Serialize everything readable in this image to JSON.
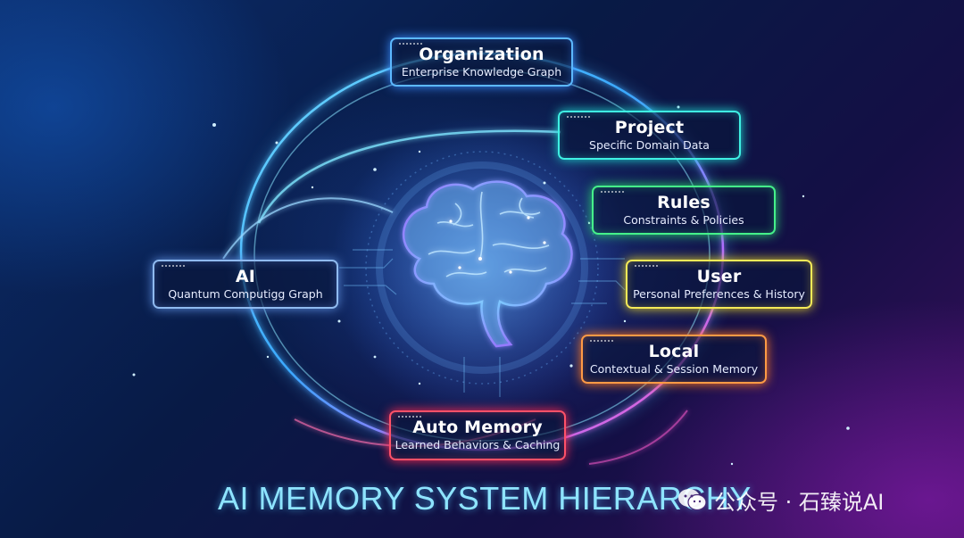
{
  "nodes": {
    "organization": {
      "label": "Organization",
      "sub": "Enterprise Knowledge Graph"
    },
    "project": {
      "label": "Project",
      "sub": "Specific Domain Data"
    },
    "rules": {
      "label": "Rules",
      "sub": "Constraints & Policies"
    },
    "user": {
      "label": "User",
      "sub": "Personal Preferences & History"
    },
    "local": {
      "label": "Local",
      "sub": "Contextual & Session Memory"
    },
    "auto_memory": {
      "label": "Auto Memory",
      "sub": "Learned Behaviors & Caching"
    },
    "ai": {
      "label": "AI",
      "sub": "Quantum Computigg Graph"
    }
  },
  "title": "AI MEMORY SYSTEM HIERARCHY",
  "watermark": "公众号 · 石臻说AI",
  "colors": {
    "organization": "#5cb8ff",
    "project": "#3ff0e3",
    "rules": "#45f08a",
    "user": "#f5ea58",
    "local": "#ff9a45",
    "auto_memory": "#ff5168",
    "ai": "#8fbaf0",
    "title": "#8ee4ff"
  },
  "icons": {
    "center": "brain-icon",
    "watermark": "wechat-icon"
  }
}
